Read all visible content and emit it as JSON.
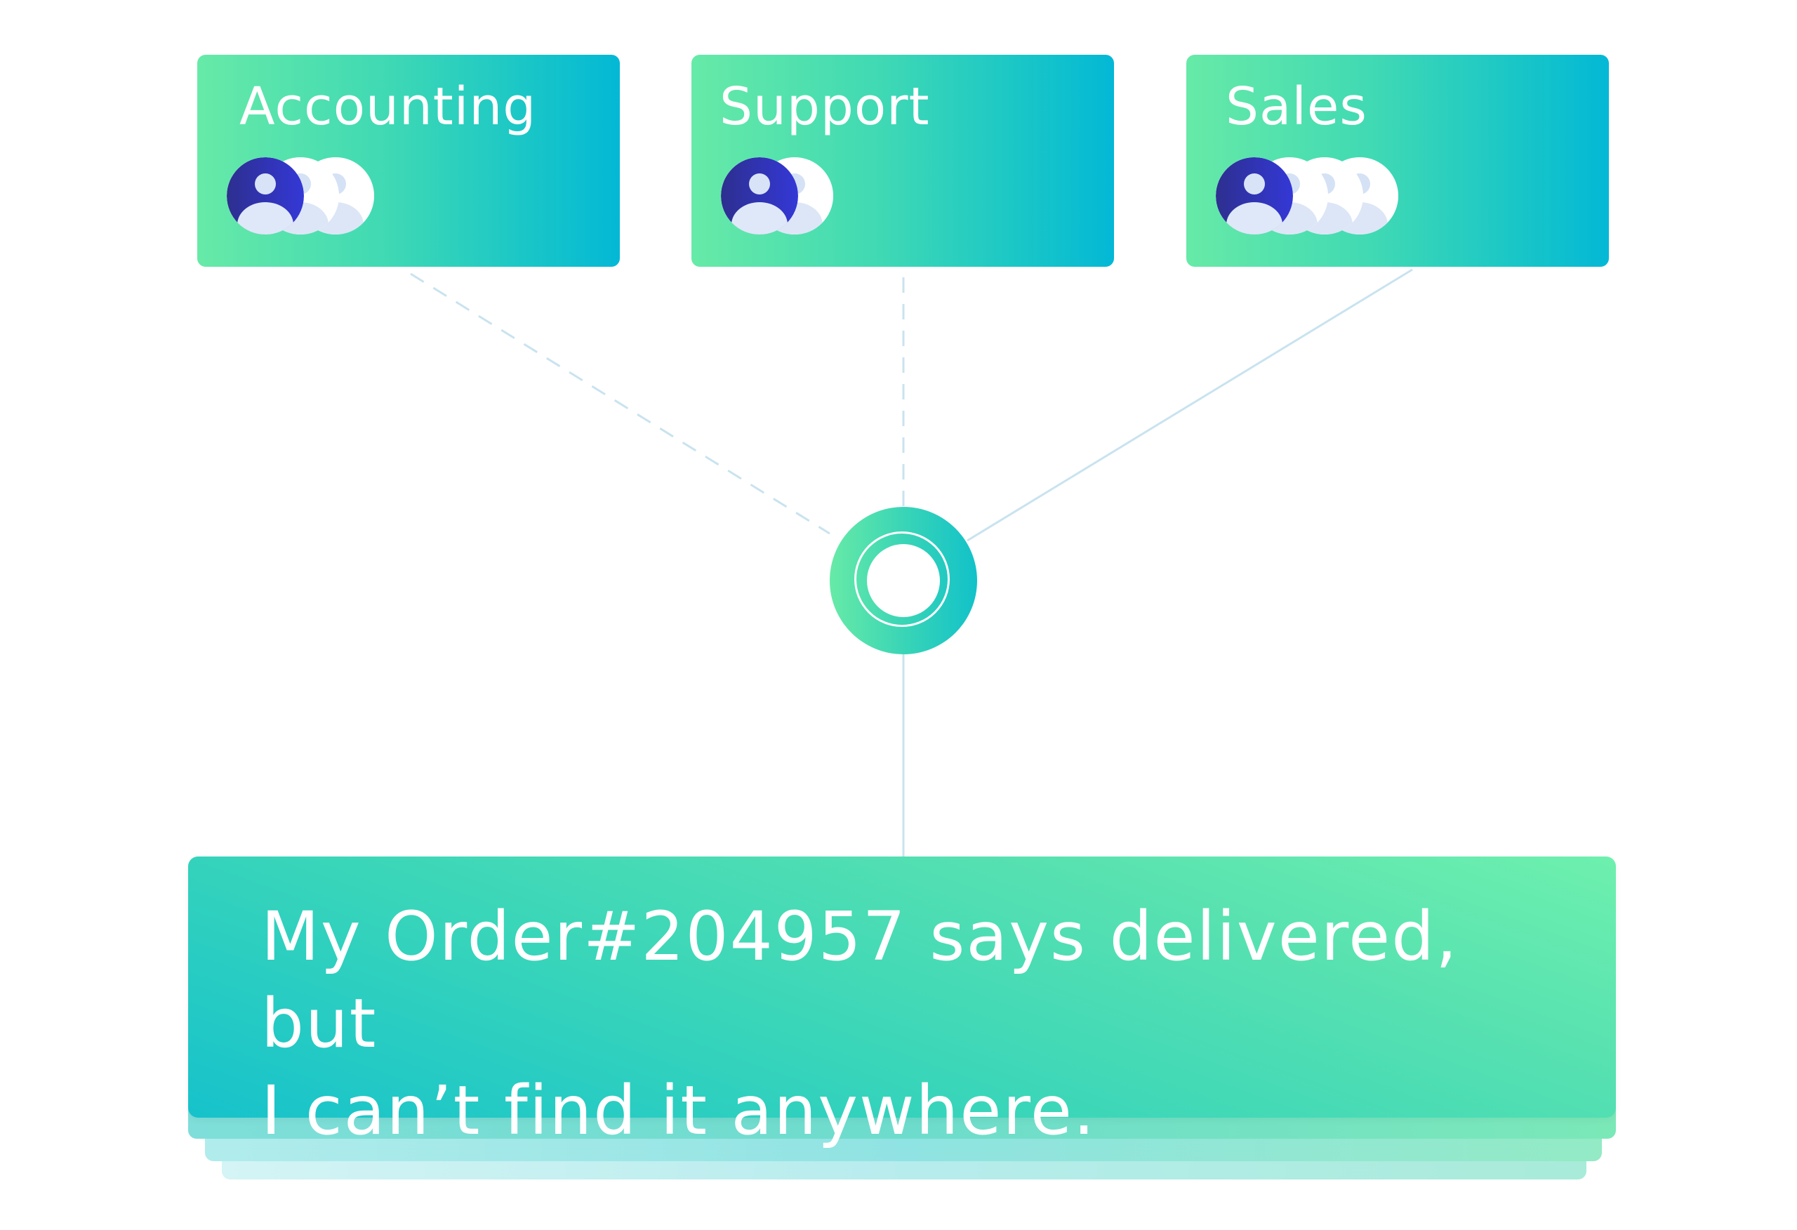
{
  "teams": [
    {
      "name": "Accounting",
      "members": 3
    },
    {
      "name": "Support",
      "members": 2
    },
    {
      "name": "Sales",
      "members": 4
    }
  ],
  "message": {
    "line1": "My Order#204957 says delivered, but",
    "line2": "I can’t find it anywhere."
  },
  "colors": {
    "gradient_start": "#67eaa7",
    "gradient_end": "#03b8d6",
    "avatar_primary": "#3336c8",
    "connector": "#c9e3ef"
  },
  "icons": [
    "user-avatar-icon",
    "routing-hub-icon"
  ]
}
